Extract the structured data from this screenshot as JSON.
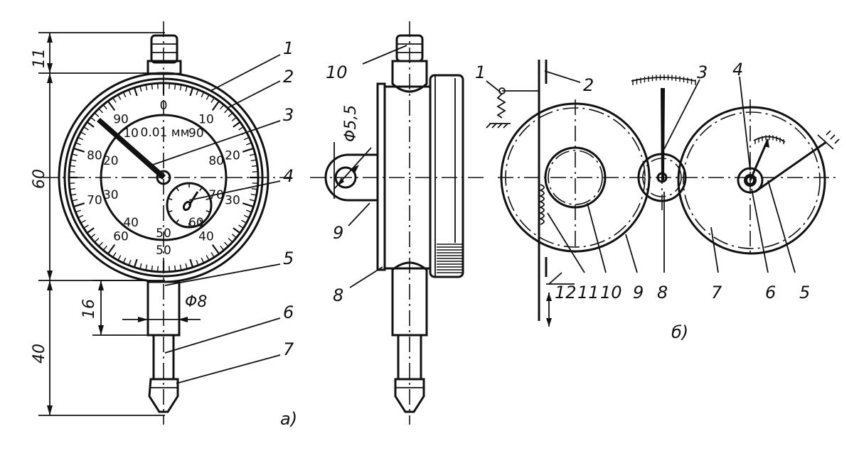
{
  "view_a": {
    "caption": "а)",
    "unit_text": "0.01 мм",
    "outer_scale": [
      "0",
      "10",
      "20",
      "30",
      "40",
      "50",
      "60",
      "70",
      "80",
      "90"
    ],
    "inner_scale": [
      "90",
      "80",
      "70",
      "60",
      "50",
      "40",
      "30",
      "20",
      "10"
    ],
    "dims": {
      "top": "11",
      "dial": "60",
      "stem_len": "16",
      "stem_dia": "Φ8",
      "total_low": "40"
    },
    "labels": [
      "1",
      "2",
      "3",
      "4",
      "5",
      "6",
      "7"
    ]
  },
  "view_side": {
    "lug_dia": "Φ5,5",
    "labels": [
      "10",
      "9",
      "8"
    ]
  },
  "view_b": {
    "caption": "б)",
    "labels": [
      "1",
      "2",
      "3",
      "4",
      "5",
      "6",
      "7",
      "8",
      "9",
      "10",
      "11",
      "12"
    ]
  }
}
